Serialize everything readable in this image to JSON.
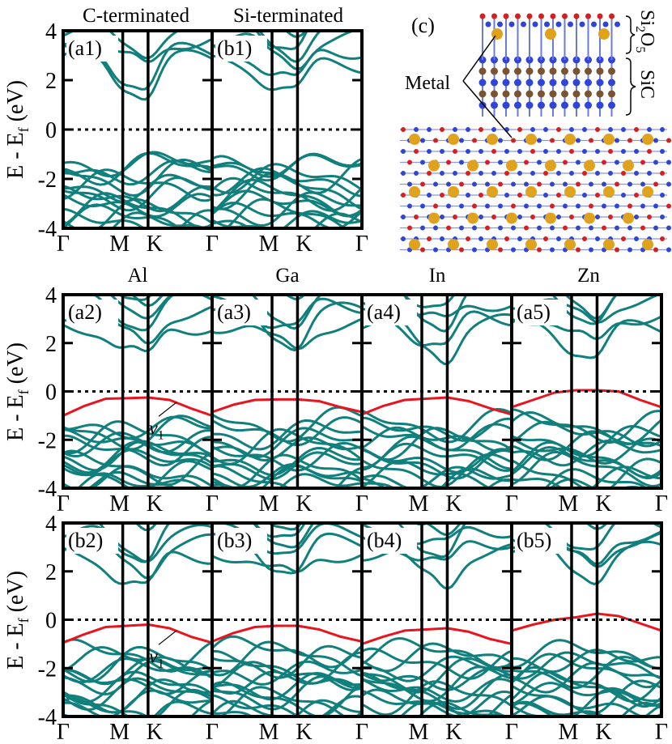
{
  "figure": {
    "top_row_titles": [
      "C-terminated",
      "Si-terminated"
    ],
    "column_titles": [
      "Al",
      "Ga",
      "In",
      "Zn"
    ],
    "y_axis_label": "E - E",
    "y_axis_label_sub": "f",
    "y_axis_label_unit": " (eV)",
    "y_ticks": [
      "4",
      "2",
      "0",
      "-2",
      "-4"
    ],
    "k_path": [
      "Γ",
      "M",
      "K",
      "Γ"
    ],
    "band_label": "v",
    "band_label_sub": "1",
    "colors": {
      "bands": "#11807d",
      "v1_band": "#e8141e",
      "fermi": "#000000"
    }
  },
  "panels": [
    {
      "id": "a1",
      "label": "(a1)",
      "row": "top"
    },
    {
      "id": "b1",
      "label": "(b1)",
      "row": "top"
    },
    {
      "id": "a2",
      "label": "(a2)",
      "row": "middle",
      "metal": "Al",
      "v1": [
        -1.0,
        -0.6,
        -0.3,
        -0.28,
        -0.25,
        -0.35,
        -0.7,
        -1.0
      ]
    },
    {
      "id": "a3",
      "label": "(a3)",
      "row": "middle",
      "metal": "Ga",
      "v1": [
        -0.85,
        -0.55,
        -0.35,
        -0.33,
        -0.33,
        -0.4,
        -0.65,
        -0.85
      ]
    },
    {
      "id": "a4",
      "label": "(a4)",
      "row": "middle",
      "metal": "In",
      "v1": [
        -0.95,
        -0.6,
        -0.35,
        -0.3,
        -0.25,
        -0.4,
        -0.7,
        -0.95
      ]
    },
    {
      "id": "a5",
      "label": "(a5)",
      "row": "middle",
      "metal": "Zn",
      "v1": [
        -0.65,
        -0.35,
        -0.05,
        0.05,
        0.05,
        0.0,
        -0.35,
        -0.65
      ]
    },
    {
      "id": "b2",
      "label": "(b2)",
      "row": "bottom",
      "metal": "Al",
      "v1": [
        -0.95,
        -0.6,
        -0.3,
        -0.25,
        -0.2,
        -0.35,
        -0.7,
        -0.95
      ]
    },
    {
      "id": "b3",
      "label": "(b3)",
      "row": "bottom",
      "metal": "Ga",
      "v1": [
        -0.9,
        -0.55,
        -0.3,
        -0.25,
        -0.25,
        -0.4,
        -0.7,
        -0.9
      ]
    },
    {
      "id": "b4",
      "label": "(b4)",
      "row": "bottom",
      "metal": "In",
      "v1": [
        -1.0,
        -0.7,
        -0.45,
        -0.4,
        -0.35,
        -0.5,
        -0.8,
        -1.0
      ]
    },
    {
      "id": "b5",
      "label": "(b5)",
      "row": "bottom",
      "metal": "Zn",
      "v1": [
        -0.45,
        -0.2,
        0.0,
        0.1,
        0.25,
        0.15,
        -0.15,
        -0.45
      ]
    }
  ],
  "structure": {
    "label": "(c)",
    "metal_label": "Metal",
    "layer1_main": "Si",
    "layer1_sub1": "2",
    "layer1_mid": "O",
    "layer1_sub2": "5",
    "layer2": "SiC",
    "atom_colors": {
      "si": "#2f45d8",
      "c": "#7a5430",
      "o": "#d81f1f",
      "metal": "#dfa21c"
    }
  }
}
